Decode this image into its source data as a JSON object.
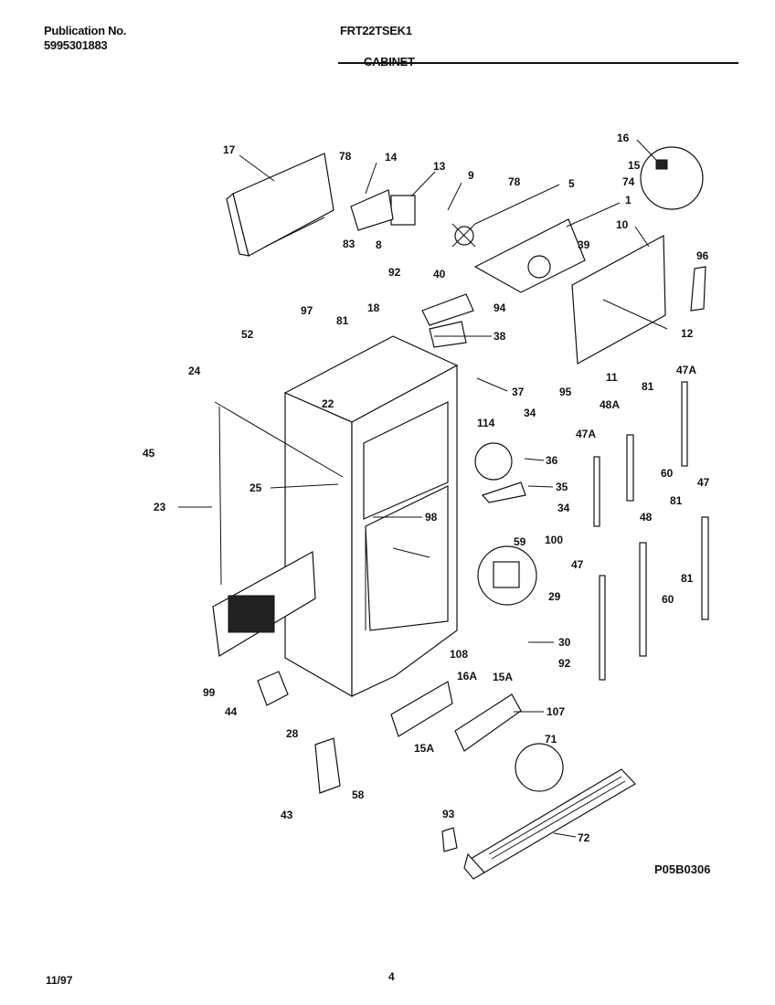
{
  "header": {
    "publication_label": "Publication No.",
    "publication_number": "5995301883",
    "model": "FRT22TSEK1",
    "section": "CABINET"
  },
  "diagram_code": "P05B0306",
  "footer": {
    "date": "11/97",
    "page": "4"
  },
  "callouts": [
    "17",
    "78",
    "14",
    "13",
    "9",
    "78",
    "5",
    "1",
    "16",
    "15",
    "74",
    "10",
    "39",
    "96",
    "12",
    "11",
    "83",
    "8",
    "92",
    "40",
    "94",
    "38",
    "97",
    "81",
    "18",
    "52",
    "24",
    "37",
    "95",
    "81",
    "47A",
    "22",
    "114",
    "34",
    "36",
    "48A",
    "47A",
    "45",
    "60",
    "25",
    "35",
    "34",
    "81",
    "47",
    "23",
    "98",
    "48",
    "59",
    "100",
    "47",
    "81",
    "60",
    "29",
    "30",
    "92",
    "108",
    "16A",
    "15A",
    "99",
    "44",
    "107",
    "15A",
    "28",
    "71",
    "58",
    "43",
    "93",
    "72"
  ]
}
